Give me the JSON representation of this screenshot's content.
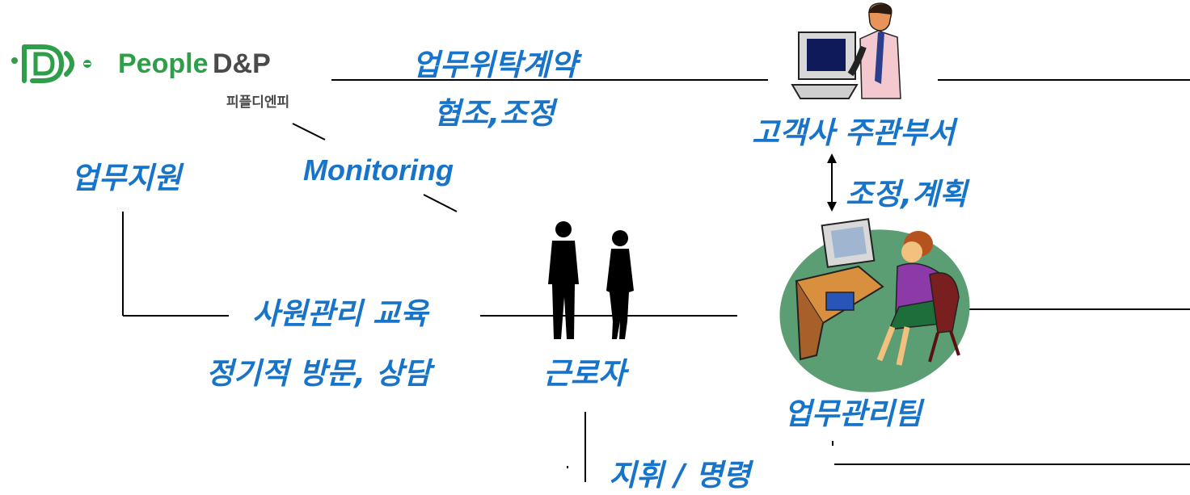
{
  "logo": {
    "brand": "People D&P",
    "brand_word": "People",
    "brand_rest": "D&P",
    "sub": "피플디엔피",
    "colors": {
      "green": "#2e9e48",
      "gray": "#4a4a4a"
    }
  },
  "labels": {
    "contract": "업무위탁계약",
    "coordination": "협조,조정",
    "client_dept": "고객사 주관부서",
    "monitoring": "Monitoring",
    "support": "업무지원",
    "adjust_plan": "조정,계획",
    "hr_education": "사원관리 교육",
    "visit_consult": "정기적 방문, 상담",
    "workers": "근로자",
    "mgmt_team": "업무관리팀",
    "command": "지휘 / 명령"
  },
  "icons": {
    "client_person": "man-at-computer-icon",
    "workers": "two-person-silhouette-icon",
    "mgmt_team": "woman-at-desk-icon"
  },
  "colors": {
    "label_blue": "#1874c8",
    "line": "#000000",
    "team_ellipse": "#5c9e73"
  }
}
